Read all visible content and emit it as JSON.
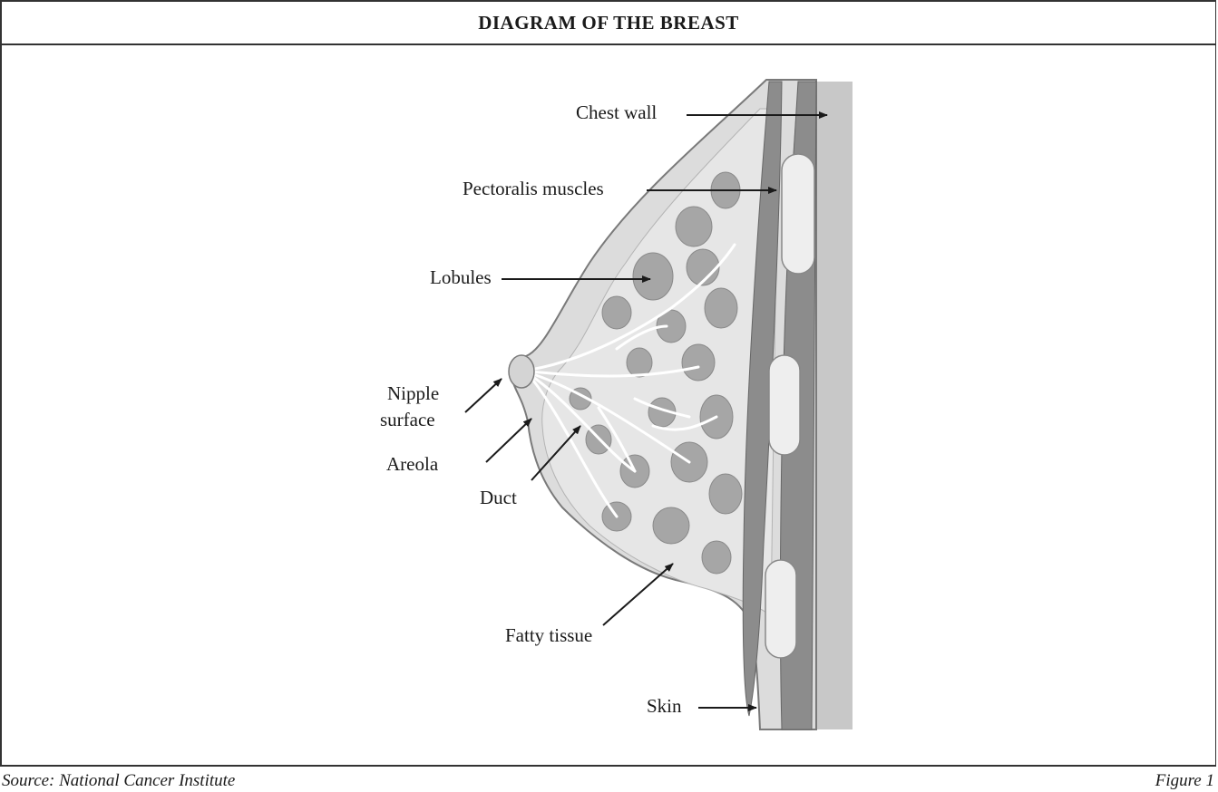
{
  "title": "DIAGRAM OF THE BREAST",
  "labels": {
    "chest_wall": "Chest wall",
    "pectoralis": "Pectoralis muscles",
    "lobules": "Lobules",
    "nipple_line1": "Nipple",
    "nipple_line2": "surface",
    "areola": "Areola",
    "duct": "Duct",
    "fatty_tissue": "Fatty tissue",
    "skin": "Skin"
  },
  "footer": {
    "source": "Source: National Cancer Institute",
    "figure": "Figure 1"
  },
  "colors": {
    "outer_tissue": "#dcdcdc",
    "fat": "#e6e6e6",
    "lobule": "#a6a6a6",
    "muscle": "#8c8c8c",
    "rib": "#eeeeee",
    "chest_back": "#c8c8c8",
    "duct": "#ffffff"
  }
}
